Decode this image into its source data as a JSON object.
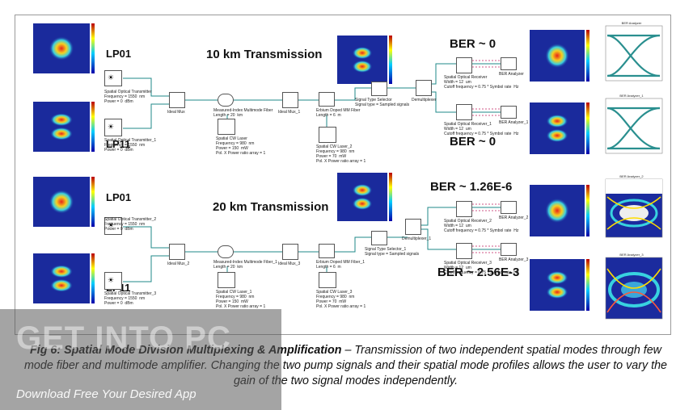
{
  "titles": {
    "t10": "10 km Transmission",
    "t20": "20 km Transmission"
  },
  "modes": {
    "a": "LP01",
    "b": "LP11",
    "c": "LP01",
    "d": "LP11"
  },
  "ber": {
    "b1": "BER ~ 0",
    "b2": "BER ~ 0",
    "b3": "BER ~ 1.26E-6",
    "b4": "BER ~ 2.56E-3"
  },
  "components": {
    "tx0": "Spatial Optical Transmitter\nFrequency = 1550  nm\nPower = 0  dBm",
    "tx1": "Spatial Optical Transmitter_1\nFrequency = 1550  nm\nPower = 0  dBm",
    "tx2": "Spatial Optical Transmitter_2\nFrequency = 1550  nm\nPower = 0  dBm",
    "tx3": "Spatial Optical Transmitter_3\nFrequency = 1550  nm\nPower = 0  dBm",
    "mux0": "Ideal Mux",
    "mux1": "Ideal Mux_1",
    "mux2": "Ideal Mux_2",
    "mux3": "Ideal Mux_3",
    "fib0": "Measured-Index Multimode Fiber\nLength = 20  km",
    "fib1": "Measured-Index Multimode Fiber_1\nLength = 20  km",
    "laser0": "Spatial CW Laser\nFrequency = 980  nm\nPower = 150  mW\nPol. X Power ratio array = 1",
    "laser1": "Spatial CW Laser_1\nFrequency = 980  nm\nPower = 150  mW\nPol. X Power ratio array = 1",
    "laser2": "Spatial CW Laser_2\nFrequency = 980  nm\nPower = 70  mW\nPol. X Power ratio array = 1",
    "laser3": "Spatial CW Laser_3\nFrequency = 980  nm\nPower = 70  mW\nPol. X Power ratio array = 1",
    "edfa0": "Erbium Doped MM Fiber\nLength = 6  m",
    "edfa1": "Erbium Doped MM Fiber_1\nLength = 6  m",
    "sel0": "Signal Type Selector\nSignal type = Sampled signals",
    "sel1": "Signal Type Selector_1\nSignal type = Sampled signals",
    "demux0": "Demultiplexer",
    "demux1": "Demultiplexer_1",
    "rx0": "Spatial Optical Receiver\nWidth = 12  um\nCutoff frequency = 0.75 * Symbol rate  Hz",
    "rx1": "Spatial Optical Receiver_1\nWidth = 12  um\nCutoff frequency = 0.75 * Symbol rate  Hz",
    "rx2": "Spatial Optical Receiver_2\nWidth = 12  um\nCutoff frequency = 0.75 * Symbol rate  Hz",
    "rx3": "Spatial Optical Receiver_3\nWidth = 12  um\nCutoff frequency = 0.75 * Symbol rate  Hz",
    "ba0": "BER Analyzer",
    "ba1": "BER Analyzer_1",
    "ba2": "BER Analyzer_2",
    "ba3": "BER Analyzer_3"
  },
  "eye_titles": {
    "e0": "BER Analyzer",
    "e1": "BER Analyzer_1",
    "e2": "BER Analyzer_2",
    "e3": "BER Analyzer_3"
  },
  "caption": {
    "lead": "Fig 6: Spatial Mode Division Multiplexing & Amplification",
    "body": " – Transmission of two independent spatial modes through few mode fiber and multimode amplifier. Changing the two pump signals and their spatial mode profiles allows the user to vary the gain of the two signal modes independently."
  },
  "watermark": {
    "main": "GET INTO PC",
    "sub": "Download Free Your Desired App"
  },
  "colors": {
    "wire": "#1f8a8a",
    "beam_bg": "#1a2a9c",
    "beam_core": "#e8241a",
    "eye_open": "#2a8f8f"
  }
}
